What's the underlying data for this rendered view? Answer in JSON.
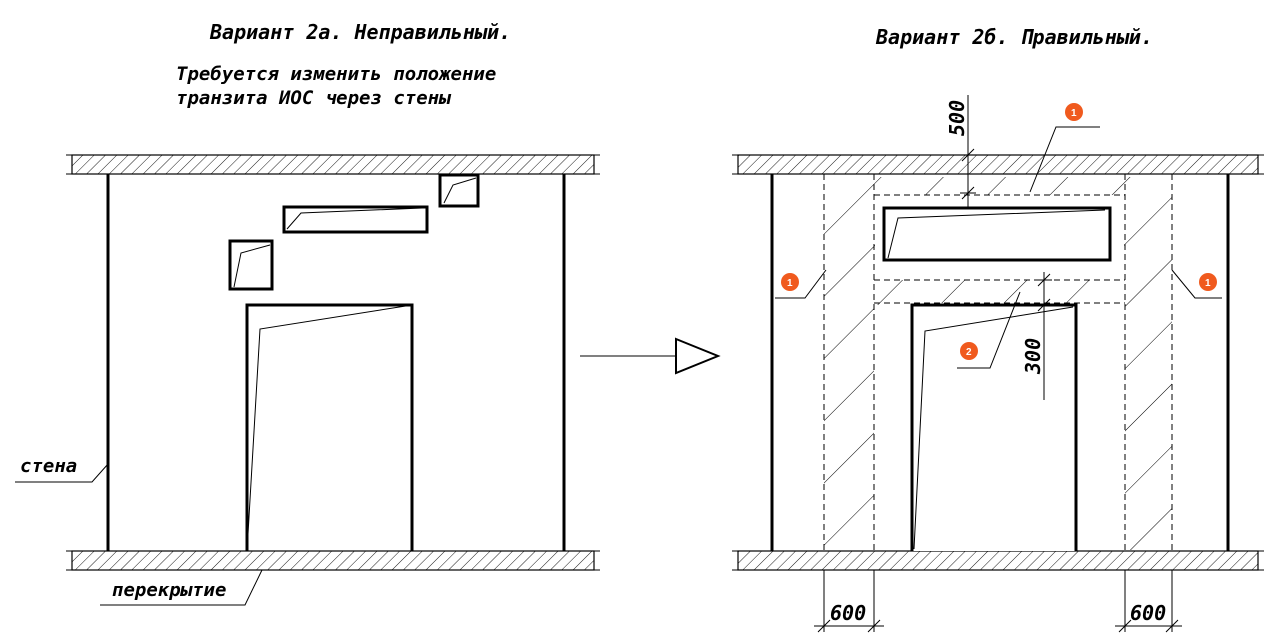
{
  "left": {
    "title": "Вариант 2а. Неправильный.",
    "note_line1": "Требуется изменить положение",
    "note_line2": "транзита ИОС через стены",
    "label_wall": "стена",
    "label_slab": "перекрытие"
  },
  "right": {
    "title": "Вариант 2б. Правильный.",
    "dim_top": "500",
    "dim_middle": "300",
    "dim_bottom_left": "600",
    "dim_bottom_right": "600",
    "callouts": [
      "1",
      "1",
      "1",
      "2"
    ]
  },
  "colors": {
    "callout_fill": "#f05a1e",
    "line": "#000000"
  }
}
